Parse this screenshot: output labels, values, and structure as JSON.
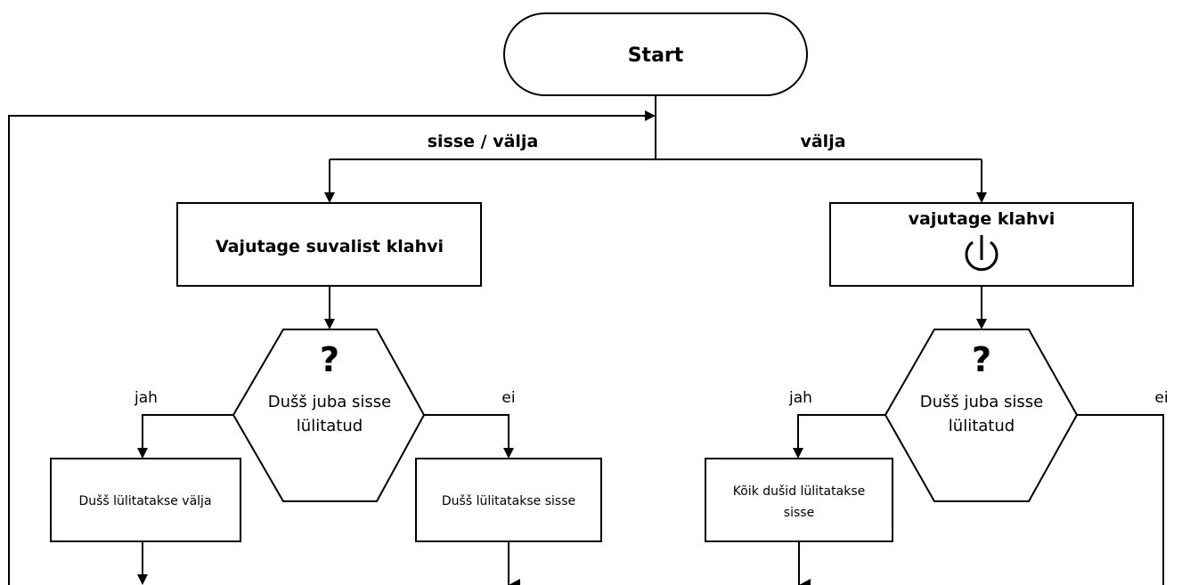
{
  "start": {
    "label": "Start"
  },
  "branches": {
    "left_label": "sisse / välja",
    "right_label": "välja"
  },
  "left": {
    "action": "Vajutage suvalist klahvi",
    "question_mark": "?",
    "question_line1": "Dušš juba sisse",
    "question_line2": "lülitatud",
    "yes_label": "jah",
    "no_label": "ei",
    "yes_result": "Dušš lülitatakse välja",
    "no_result": "Dušš lülitatakse sisse"
  },
  "right": {
    "action": "vajutage klahvi",
    "action_icon": "power-icon",
    "question_mark": "?",
    "question_line1": "Dušš juba sisse",
    "question_line2": "lülitatud",
    "yes_label": "jah",
    "no_label": "ei",
    "yes_result_line1": "Kõik dušid lülitatakse",
    "yes_result_line2": "sisse"
  }
}
